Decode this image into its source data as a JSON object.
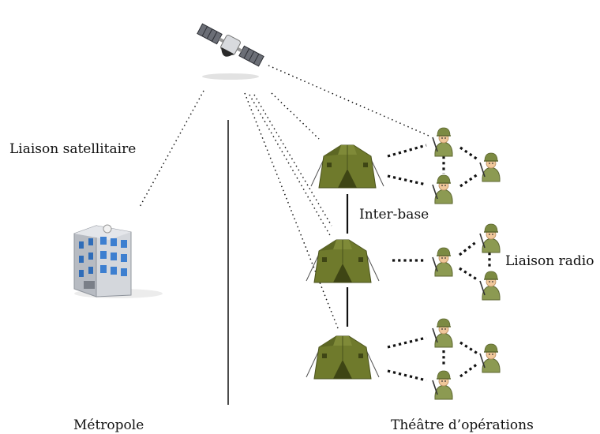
{
  "labels": {
    "satellite_link": "Liaison satellitaire",
    "inter_base": "Inter-base",
    "radio_link": "Liaison radio",
    "metropole": "Métropole",
    "theatre": "Théâtre d’opérations"
  },
  "colors": {
    "tent": "#6f7a2c",
    "tent_dark": "#3e4514",
    "soldier": "#8c9a52",
    "building": "#c9ccd1",
    "window": "#3d7fd0",
    "line": "#111111"
  },
  "icons": [
    "satellite-icon",
    "building-icon",
    "tent-icon",
    "soldier-icon"
  ]
}
